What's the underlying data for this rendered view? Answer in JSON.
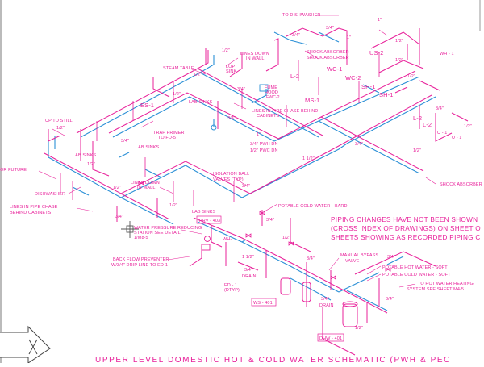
{
  "labels": {
    "to_dishwasher": "TO DISHWASHER",
    "shock_absorber": "SHOCK ABSORBER",
    "us2": "US-2",
    "wh1": "WH - 1",
    "wc1": "WC-1",
    "wc2": "WC-2",
    "sh1": "SH-1",
    "l2a": "L-2",
    "l2b": "L-2",
    "l2c": "L-2",
    "u1": "U - 1",
    "ms1": "MS-1",
    "ewc2": "EWC-2",
    "lines_down_wall_1": "LINES DOWN",
    "lines_down_wall_2": "IN WALL",
    "steam_table": "STEAM TABLE",
    "lop_sink_1": "LOP",
    "lop_sink_2": "SINK",
    "es1": "ES-1",
    "fume_hood_1": "FUME",
    "fume_hood_2": "HOOD",
    "lab_sinks_1": "LAB SINKS",
    "lines_chase_1": "LINES IN PIPE CHASE BEHIND",
    "lines_chase_2": "CABINETS",
    "up_to_still": "UP TO STILL",
    "trap_primer_1": "TRAP PRIMER",
    "trap_primer_2": "TO FD-5",
    "lab_sinks_2": "LAB SINKS",
    "pwh_dn": "3/4\" PWH DN",
    "pwc_dn": "1/2\" PWC DN",
    "lab_sinks_3": "LAB SINKS",
    "for_future": "OR FUTURE",
    "dishwasher": "DISHWASHER",
    "lines_down_wall2_1": "LINES DOWN",
    "lines_down_wall2_2": "IN WALL",
    "isolation_1": "ISOLATION BALL",
    "isolation_2": "VALVES (TYP)",
    "shock_absorber_2": "SHOCK ABSORBER",
    "potable_cold_hard": "POTABLE COLD WATER - HARD",
    "lines_chase2_1": "LINES IN PIPE CHASE",
    "lines_chase2_2": "BEHIND CABINETS",
    "lab_sinks_4": "LAB SINKS",
    "prv403": "PRV - 403",
    "water_pressure_1": "WATER PRESSURE REDUCING",
    "water_pressure_2": "STATION SEE DETAIL",
    "water_pressure_3": "1/M8-5",
    "backflow_1": "BACK FLOW PREVENTER",
    "backflow_2": "W/3/4\" DRIP LINE TO ED-1",
    "wh_tag": "WH-",
    "manual_bypass_1": "MANUAL BYPASS",
    "manual_bypass_2": "VALVE",
    "potable_hot_soft": "POTABLE HOT WATER - SOFT",
    "potable_cold_soft": "POTABLE COLD WATER - SOFT",
    "to_hot_1": "TO HOT WATER HEATING",
    "to_hot_2": "SYSTEM SEE SHEET M4-5",
    "ed1_1": "ED - 1",
    "ed1_2": "(DTYP)",
    "drain_1": "3/4\"",
    "drain_2": "DRAIN",
    "ws401": "WS - 401",
    "drain2_1": "3/4\"",
    "drain2_2": "DRAIN",
    "dhw401": "DHW - 401"
  },
  "note_lines": [
    "PIPING CHANGES HAVE NOT BEEN SHOWN",
    "(CROSS INDEX OF DRAWINGS) ON SHEET O",
    "SHEETS SHOWING AS RECORDED PIPING C"
  ],
  "title": "UPPER LEVEL  DOMESTIC HOT  &  COLD  WATER  SCHEMATIC (PWH & PEC",
  "sizes": {
    "s01": "3/4\"",
    "s02": "3/4\"",
    "s03": "1\"",
    "s04": "1/2\"",
    "s05": "1/2\"",
    "s06": "1/2\"",
    "s07": "3/4\"",
    "s08": "1/2\"",
    "s09": "1\"",
    "s10": "1/2\"",
    "s11": "1/2\"",
    "s12": "3/4\"",
    "s13": "1/2\"",
    "s14": "3/4\"",
    "s15": "1/2\"",
    "s16": "3/4\"",
    "s17": "1/2\"",
    "s18": "1\"",
    "s19": "3/4\"",
    "s20": "1/2\"",
    "s21": "1 1/2\"",
    "s22": "1/2\"",
    "s23": "3/4\"",
    "s24": "1/2\"",
    "s25": "3/4\"",
    "s26": "3/4\"",
    "s27": "1/2\"",
    "s28": "3/4\"",
    "s29": "1 1/2\"",
    "s30": "3/4\"",
    "s31": "1/2\"",
    "s32": "3/4\""
  },
  "colors": {
    "hot_pipe": "#e8209a",
    "cold_pipe": "#2a8fd6",
    "frame": "#555555",
    "background": "#ffffff"
  }
}
